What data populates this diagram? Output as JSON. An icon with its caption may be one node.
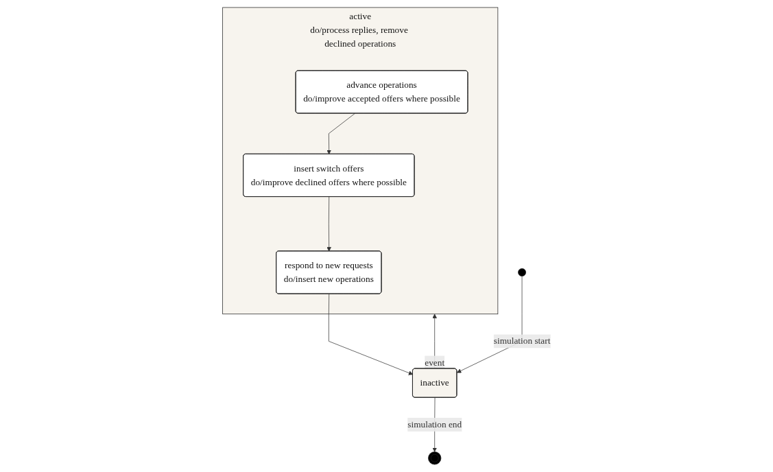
{
  "diagram": {
    "nodes": [
      {
        "text": [
          "active",
          "do/process replies, remove declined operations"
        ]
      },
      {
        "text": [
          "advance operations",
          "do/improve accepted offers where possible"
        ],
        "in": 0
      },
      {
        "text": [
          "insert switch offers",
          "do/improve declined offers where possible"
        ],
        "in": 0
      },
      {
        "text": [
          "respond to new requests",
          "do/insert new operations"
        ],
        "in": 0
      },
      {
        "text": [],
        "shape": "circle"
      },
      {
        "text": [
          "inactive"
        ]
      },
      {
        "text": [],
        "shape": "circle"
      }
    ],
    "edges": [
      {
        "from": 1,
        "to": 2,
        "arrow": "to"
      },
      {
        "from": 2,
        "to": 3,
        "arrow": "to"
      },
      {
        "from": 3,
        "to": 5,
        "arrow": "to"
      },
      {
        "from": 5,
        "to": 0,
        "arrow": "to",
        "label": "event"
      },
      {
        "from": 4,
        "to": 5,
        "arrow": "to",
        "label": "simulation start"
      },
      {
        "from": 5,
        "to": 6,
        "arrow": "to",
        "label": "simulation end"
      }
    ]
  }
}
